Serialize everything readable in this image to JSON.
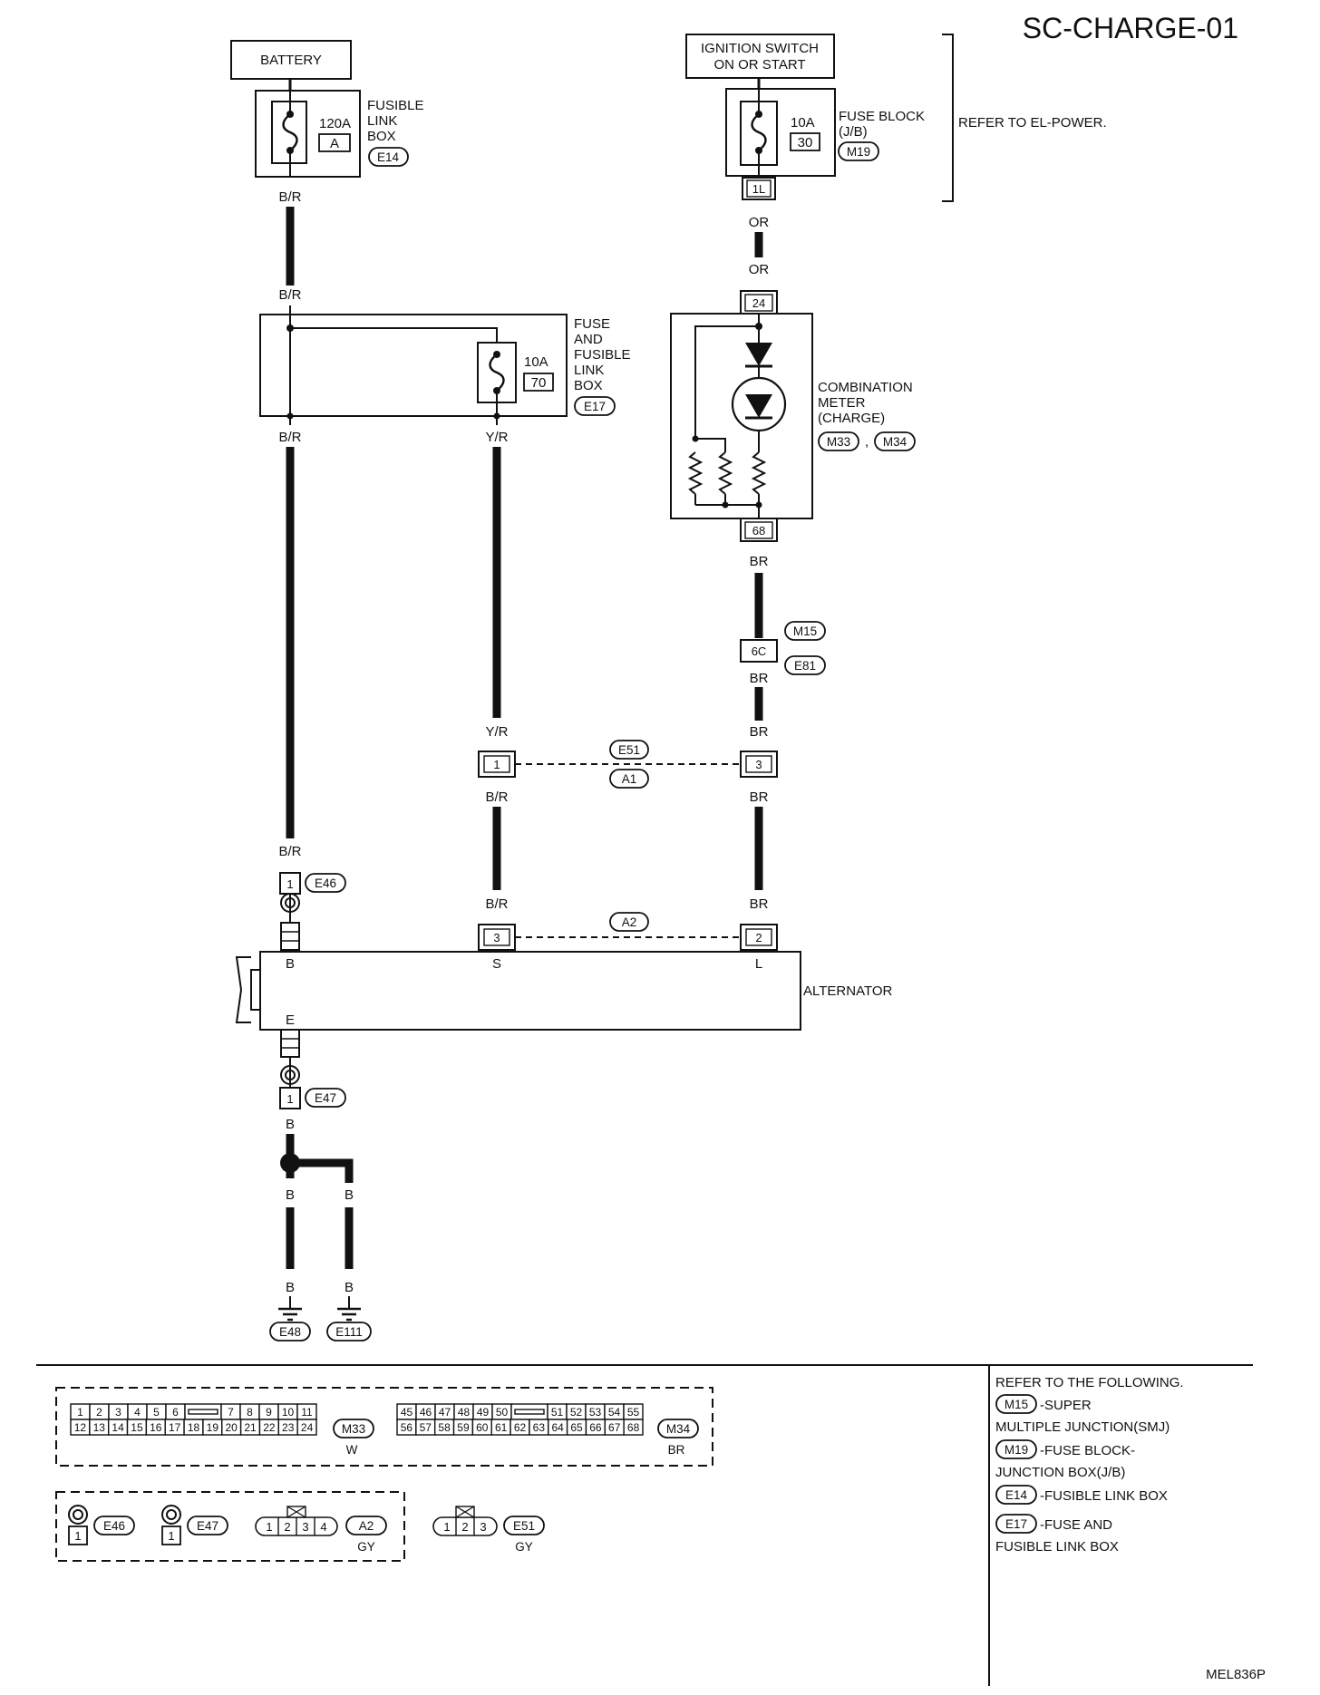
{
  "title": "SC-CHARGE-01",
  "footer_code": "MEL836P",
  "components": {
    "battery": "BATTERY",
    "ignition": [
      "IGNITION SWITCH",
      "ON OR START"
    ],
    "fusible_link_box": [
      "FUSIBLE",
      "LINK",
      "BOX"
    ],
    "fuse_block": [
      "FUSE BLOCK",
      "(J/B)"
    ],
    "refer_power": "REFER TO EL-POWER.",
    "fuse_and_fusible": [
      "FUSE",
      "AND",
      "FUSIBLE",
      "LINK",
      "BOX"
    ],
    "combination_meter": [
      "COMBINATION",
      "METER",
      "(CHARGE)"
    ],
    "alternator": "ALTERNATOR"
  },
  "fuses": {
    "main": {
      "rating": "120A",
      "id": "A"
    },
    "ign": {
      "rating": "10A",
      "id": "30"
    },
    "sense": {
      "rating": "10A",
      "id": "70"
    }
  },
  "connectors": {
    "E14": "E14",
    "M19": "M19",
    "E17": "E17",
    "M33": "M33",
    "M34": "M34",
    "M15": "M15",
    "E81": "E81",
    "E51": "E51",
    "A1": "A1",
    "A2": "A2",
    "E46": "E46",
    "E47": "E47",
    "E48": "E48",
    "E111": "E111"
  },
  "pins": {
    "p1L": "1L",
    "p24": "24",
    "p68": "68",
    "p6C": "6C",
    "e51_1": "1",
    "e51_3": "3",
    "e46_1": "1",
    "alt_3": "3",
    "alt_2": "2",
    "e47_1": "1"
  },
  "terminals": {
    "B": "B",
    "S": "S",
    "L": "L",
    "E": "E"
  },
  "wire_colors": {
    "br_r": "B/R",
    "or": "OR",
    "y_r": "Y/R",
    "br": "BR",
    "b": "B"
  },
  "comma": ",",
  "connector_views": {
    "m33_top": [
      "1",
      "2",
      "3",
      "4",
      "5",
      "6",
      "7",
      "8",
      "9",
      "10",
      "11"
    ],
    "m33_bottom": [
      "12",
      "13",
      "14",
      "15",
      "16",
      "17",
      "18",
      "19",
      "20",
      "21",
      "22",
      "23",
      "24"
    ],
    "m33_color": "W",
    "m34_top": [
      "45",
      "46",
      "47",
      "48",
      "49",
      "50",
      "51",
      "52",
      "53",
      "54",
      "55"
    ],
    "m34_bottom": [
      "56",
      "57",
      "58",
      "59",
      "60",
      "61",
      "62",
      "63",
      "64",
      "65",
      "66",
      "67",
      "68"
    ],
    "m34_color": "BR",
    "e46_pin": "1",
    "e47_pin": "1",
    "a2_pins": [
      "1",
      "2",
      "3",
      "4"
    ],
    "a2_color": "GY",
    "e51_pins": [
      "1",
      "2",
      "3"
    ],
    "e51_color": "GY"
  },
  "legend": {
    "heading": "REFER TO THE FOLLOWING.",
    "items": [
      {
        "conn": "M15",
        "line1": "-SUPER",
        "line2": "MULTIPLE JUNCTION(SMJ)"
      },
      {
        "conn": "M19",
        "line1": "-FUSE BLOCK-",
        "line2": "JUNCTION BOX(J/B)"
      },
      {
        "conn": "E14",
        "line1": "-FUSIBLE LINK BOX",
        "line2": ""
      },
      {
        "conn": "E17",
        "line1": "-FUSE AND",
        "line2": "FUSIBLE LINK BOX"
      }
    ]
  }
}
